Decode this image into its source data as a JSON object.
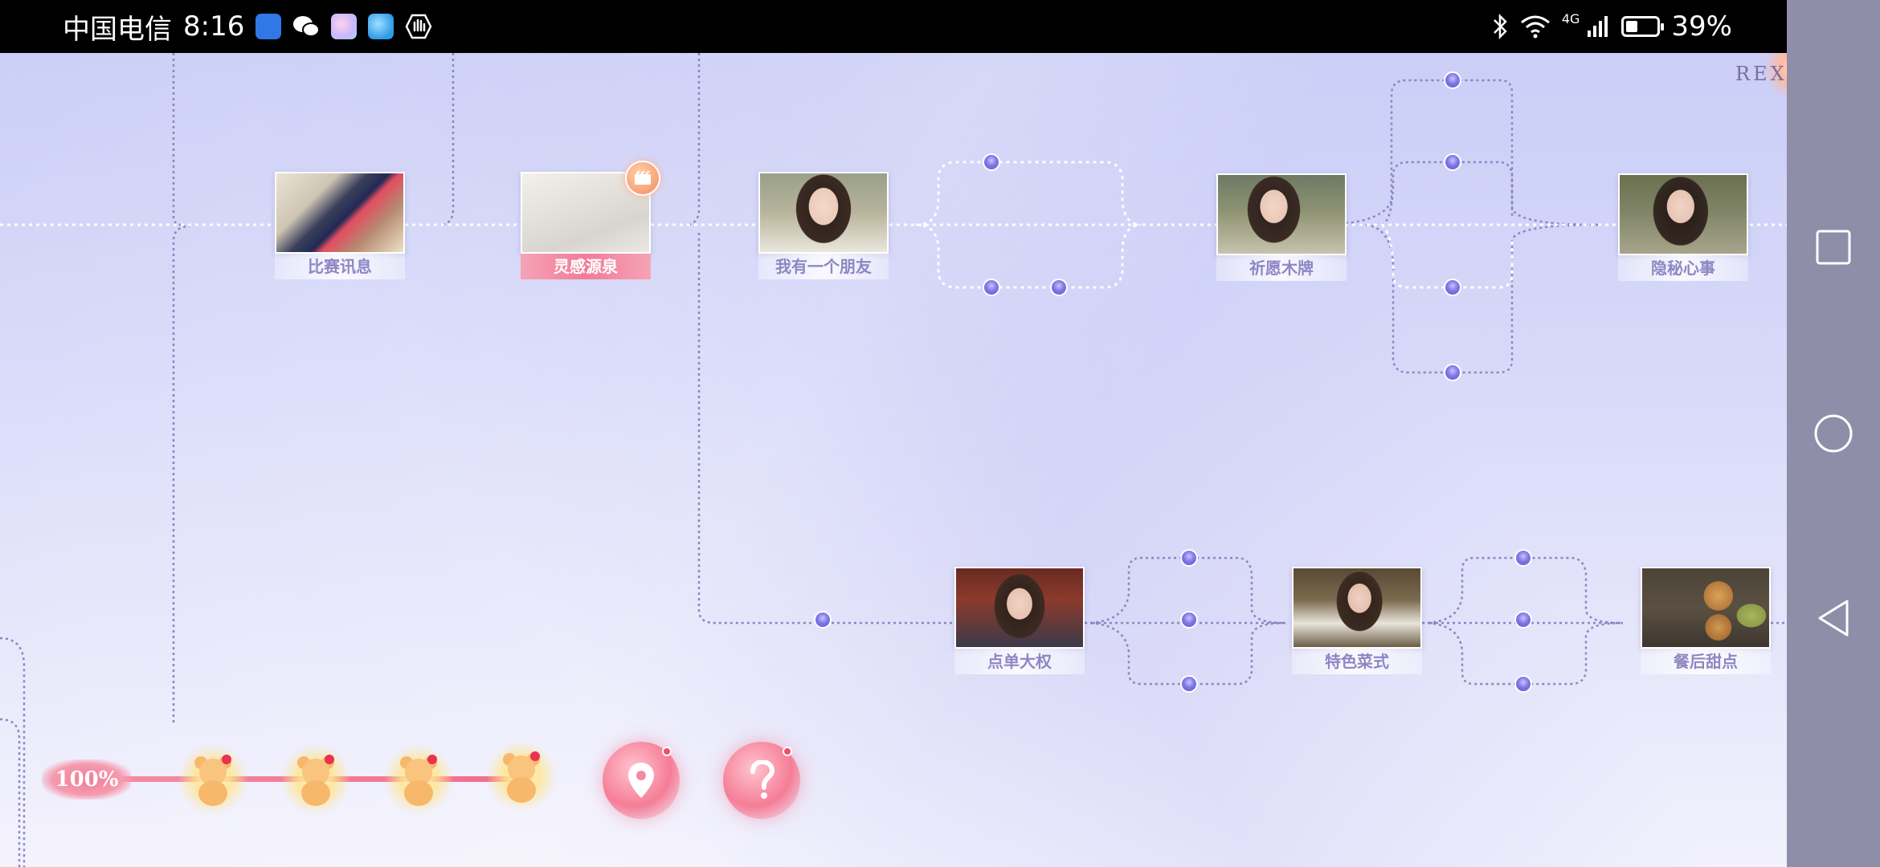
{
  "status_bar": {
    "carrier": "中国电信",
    "time": "8:16",
    "app_icons": [
      "shield-icon",
      "wechat-icon",
      "gallery-icon",
      "globe-icon",
      "hand-icon"
    ],
    "network": "4G",
    "battery_level": "39%"
  },
  "logo": {
    "text": "REXRN"
  },
  "nodes": [
    {
      "id": "n1",
      "label": "比赛讯息",
      "photo": "phone-in-hand",
      "active": false
    },
    {
      "id": "n2",
      "label": "灵感源泉",
      "photo": "sketch-paper",
      "active": true
    },
    {
      "id": "n3",
      "label": "我有一个朋友",
      "photo": "girl-portrait",
      "active": false
    },
    {
      "id": "n4",
      "label": "祈愿木牌",
      "photo": "girl-outdoor",
      "active": false
    },
    {
      "id": "n5",
      "label": "隐秘心事",
      "photo": "girl-phone",
      "active": false
    },
    {
      "id": "n6",
      "label": "点单大权",
      "photo": "girl-restaurant",
      "active": false
    },
    {
      "id": "n7",
      "label": "特色菜式",
      "photo": "girl-chef",
      "active": false
    },
    {
      "id": "n8",
      "label": "餐后甜点",
      "photo": "dessert-plates",
      "active": false
    }
  ],
  "progress": {
    "label": "100%",
    "value": 1.0,
    "rewards": 4
  },
  "buttons": {
    "location": "location-icon",
    "help": "help-icon"
  },
  "nav": [
    "recent-apps-icon",
    "home-icon",
    "back-icon"
  ],
  "colors": {
    "accent_pink": "#f07c99",
    "path_purple": "#8f86c4",
    "node_dot": "#7d76e6"
  }
}
